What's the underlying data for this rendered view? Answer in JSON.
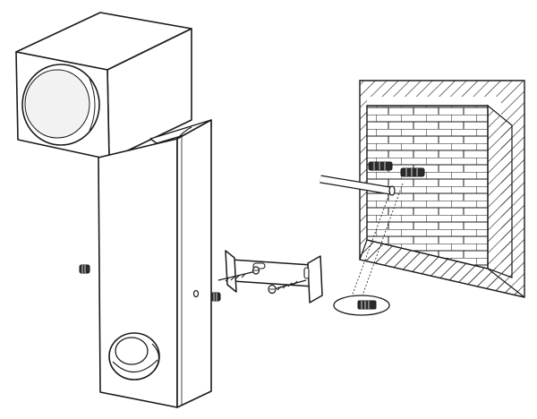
{
  "diagram": {
    "kind": "exploded installation drawing",
    "labels": [],
    "palette": {
      "line": "#1a1a1a",
      "fill": "#ffffff",
      "shade": "#e6e6e6",
      "dark": "#2a2a2a"
    },
    "parts": [
      "cube-lamp-head",
      "lamp-front-lens",
      "lamp-post-body",
      "motion-sensor",
      "side-screw",
      "mounting-bracket",
      "bracket-screw",
      "wall-plug",
      "brick-wall",
      "mains-cable",
      "drill-bit-callout"
    ]
  }
}
